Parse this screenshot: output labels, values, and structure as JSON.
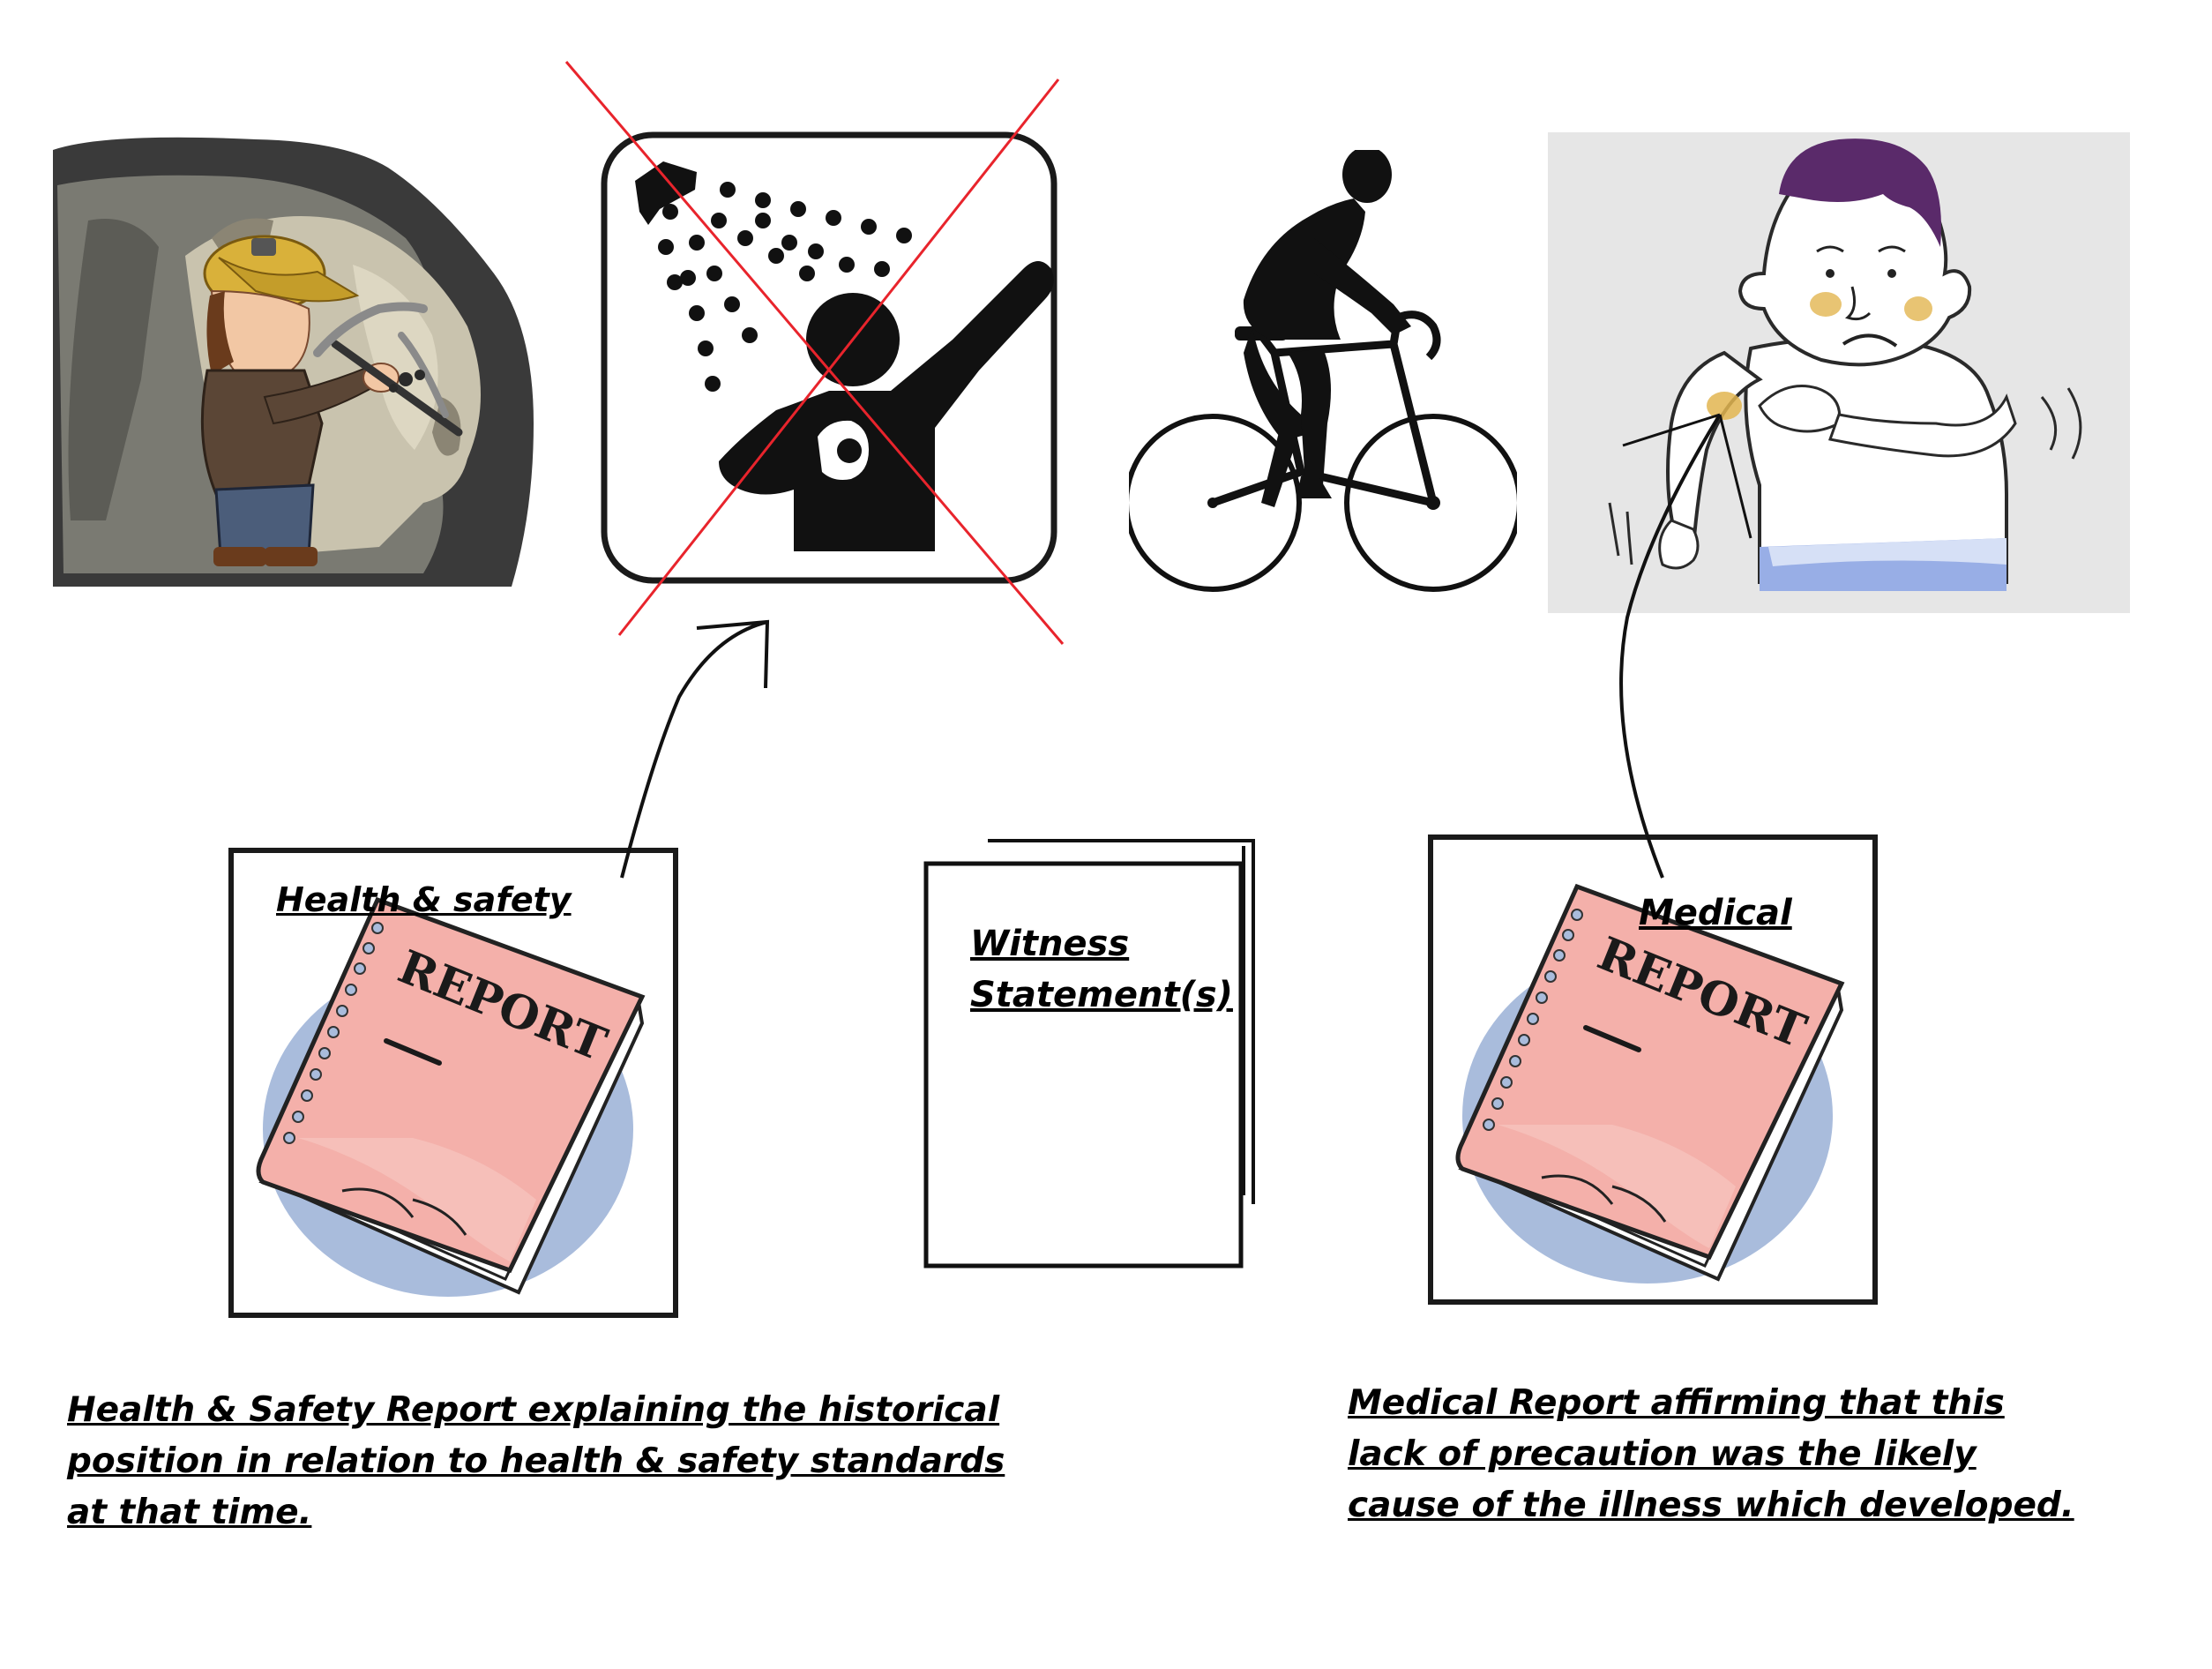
{
  "labels": {
    "health_safety_title": "Health & safety",
    "report_word_left": "REPORT",
    "witness_line1": "Witness",
    "witness_line2": "Statement(s)",
    "medical_title": "Medical",
    "report_word_right": "REPORT"
  },
  "captions": {
    "left": [
      "Health & Safety Report explaining the historical",
      "position in relation to health & safety standards",
      "at that time."
    ],
    "right": [
      "Medical Report affirming that this",
      "lack of precaution was the likely",
      "cause of the illness which developed."
    ]
  },
  "colors": {
    "cross_red": "#e8242c",
    "report_pink": "#f4b0aa",
    "blob_blue": "#a9bcdc",
    "tunnel_dark": "#3a3a3a",
    "helmet_yellow": "#d9b13a",
    "sick_bg": "#e6e6e6",
    "hair_purple": "#5a2a6a"
  },
  "icons": {
    "miner": "miner-icon",
    "shower": "shower-icon",
    "cyclist": "cyclist-icon",
    "sick_person": "sick-person-icon",
    "report_left": "report-book-icon",
    "witness": "witness-document-icon",
    "report_right": "report-book-icon"
  }
}
